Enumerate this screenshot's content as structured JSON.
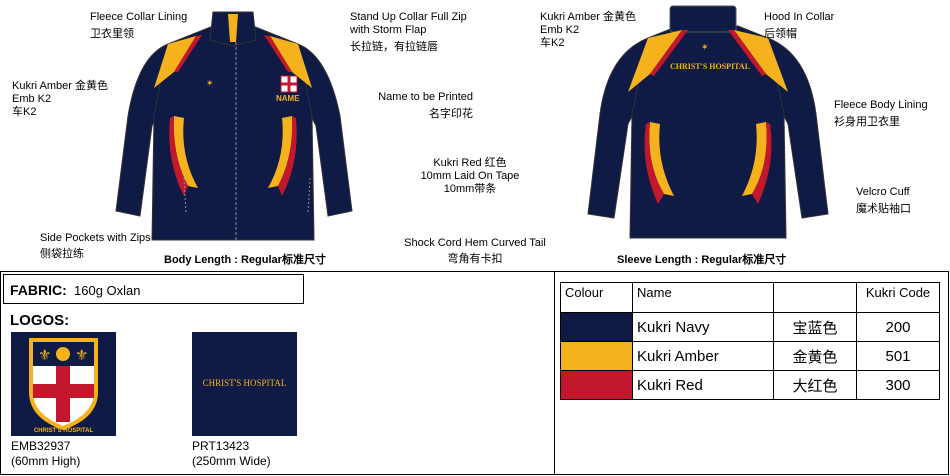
{
  "colors": {
    "navy": "#0f1a45",
    "amber": "#f5b21c",
    "red": "#c2172c",
    "grey": "#3a3a3a"
  },
  "front_labels": {
    "fleece_collar": [
      "Fleece Collar Lining",
      "卫衣里领"
    ],
    "stand_up_collar": [
      "Stand Up Collar Full Zip",
      "with Storm Flap",
      "长拉链，有拉链唇"
    ],
    "kukri_amber": [
      "Kukri Amber  金黄色",
      "Emb K2",
      "车K2"
    ],
    "name_printed": [
      "Name to be Printed",
      "名字印花"
    ],
    "kukri_red": [
      "Kukri Red  红色",
      "10mm Laid On Tape",
      "10mm带条"
    ],
    "side_pockets": [
      "Side Pockets with Zips",
      "侧袋拉练"
    ],
    "shock_cord": [
      "Shock Cord Hem Curved Tail",
      "弯角有卡扣"
    ],
    "body_length": "Body Length : Regular标准尺寸"
  },
  "back_labels": {
    "kukri_amber": [
      "Kukri Amber  金黄色",
      "Emb K2",
      "车K2"
    ],
    "hood": [
      "Hood In Collar",
      "后领帽"
    ],
    "fleece_body": [
      "Fleece Body Lining",
      "衫身用卫衣里"
    ],
    "velcro": [
      "Velcro Cuff",
      "魔术贴袖口"
    ],
    "sleeve_length": "Sleeve Length : Regular标准尺寸"
  },
  "jacket_text": {
    "name": "NAME",
    "back_print": "CHRIST'S HOSPITAL"
  },
  "fabric": {
    "label": "FABRIC:",
    "value": "160g Oxlan"
  },
  "logos": {
    "title": "LOGOS:",
    "items": [
      {
        "code": "EMB32937",
        "size": "(60mm High)",
        "text": "CHRIST'S HOSPITAL"
      },
      {
        "code": "PRT13423",
        "size": "(250mm Wide)",
        "text": "CHRIST'S HOSPITAL"
      }
    ]
  },
  "colour_table": {
    "headers": [
      "Colour",
      "Name",
      "",
      "Kukri Code"
    ],
    "rows": [
      {
        "color": "#0f1a45",
        "name": "Kukri Navy",
        "cn": "宝蓝色",
        "code": "200"
      },
      {
        "color": "#f5b21c",
        "name": "Kukri Amber",
        "cn": "金黄色",
        "code": "501"
      },
      {
        "color": "#c2172c",
        "name": "Kukri Red",
        "cn": "大红色",
        "code": "300"
      }
    ]
  }
}
